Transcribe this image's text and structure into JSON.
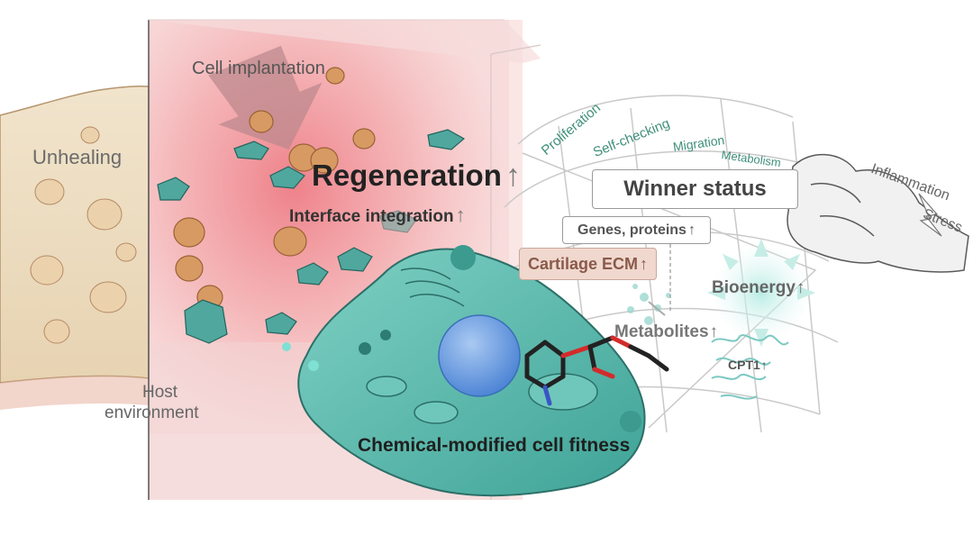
{
  "labels": {
    "unhealing": "Unhealing",
    "cell_implantation": "Cell implantation",
    "host_environment_line1": "Host",
    "host_environment_line2": "environment",
    "regeneration": "Regeneration",
    "interface_integration": "Interface integration",
    "chemical_fitness": "Chemical-modified cell fitness",
    "winner_status": "Winner status",
    "genes_proteins": "Genes, proteins",
    "cartilage_ecm": "Cartilage ECM",
    "bioenergy": "Bioenergy",
    "metabolites": "Metabolites",
    "cpt1": "CPT1",
    "proliferation": "Proliferation",
    "self_checking": "Self-checking",
    "migration": "Migration",
    "metabolism": "Metabolism",
    "inflammation": "Inflammation",
    "stress": "Stress",
    "up_arrow": "↑"
  },
  "colors": {
    "teal": "#5fbab1",
    "teal_dark": "#2f7f78",
    "implant_red": "#ee8a8f",
    "unhealing_tan": "#eddcbf",
    "cell_brown": "#d6935a",
    "text_gray": "#555555",
    "heading_dark": "#222222",
    "teal_text": "#3f8f7a"
  }
}
